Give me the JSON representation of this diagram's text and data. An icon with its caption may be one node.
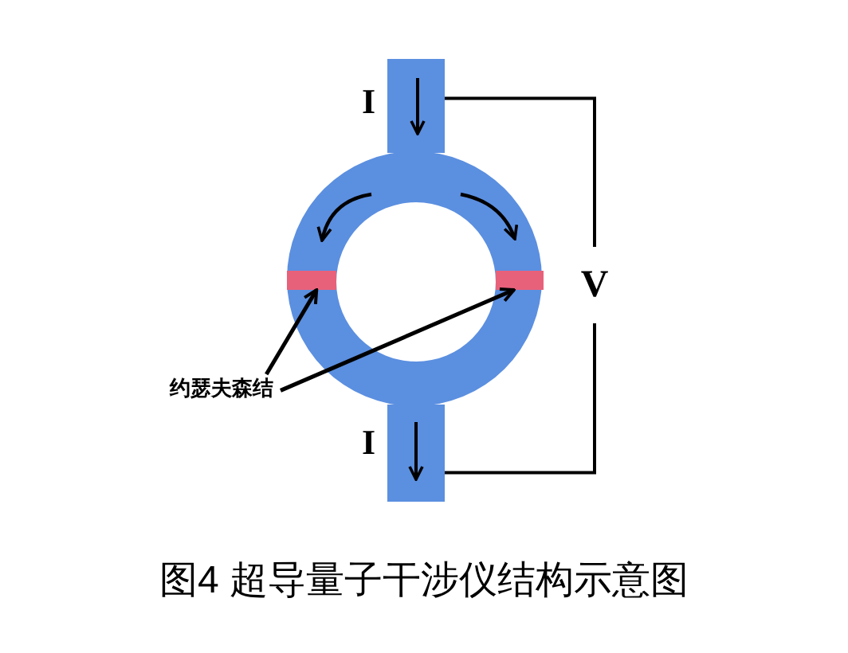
{
  "diagram": {
    "caption": "图4 超导量子干涉仪结构示意图",
    "nodes": [
      {
        "text": [],
        "shape": "bar",
        "beside": [
          "I"
        ]
      },
      {
        "text": [],
        "shape": "bar"
      },
      {
        "text": [],
        "shape": "bar"
      },
      {
        "text": [
          "约瑟夫森结"
        ]
      },
      {
        "text": [],
        "shape": "bar",
        "beside": [
          "I"
        ]
      }
    ],
    "edges": [
      {
        "from": 3,
        "to": 1,
        "arrow": "to"
      },
      {
        "from": 3,
        "to": 2,
        "arrow": "to"
      },
      {
        "from": 0,
        "to": 4,
        "arrow": "none",
        "label": "V"
      }
    ]
  }
}
